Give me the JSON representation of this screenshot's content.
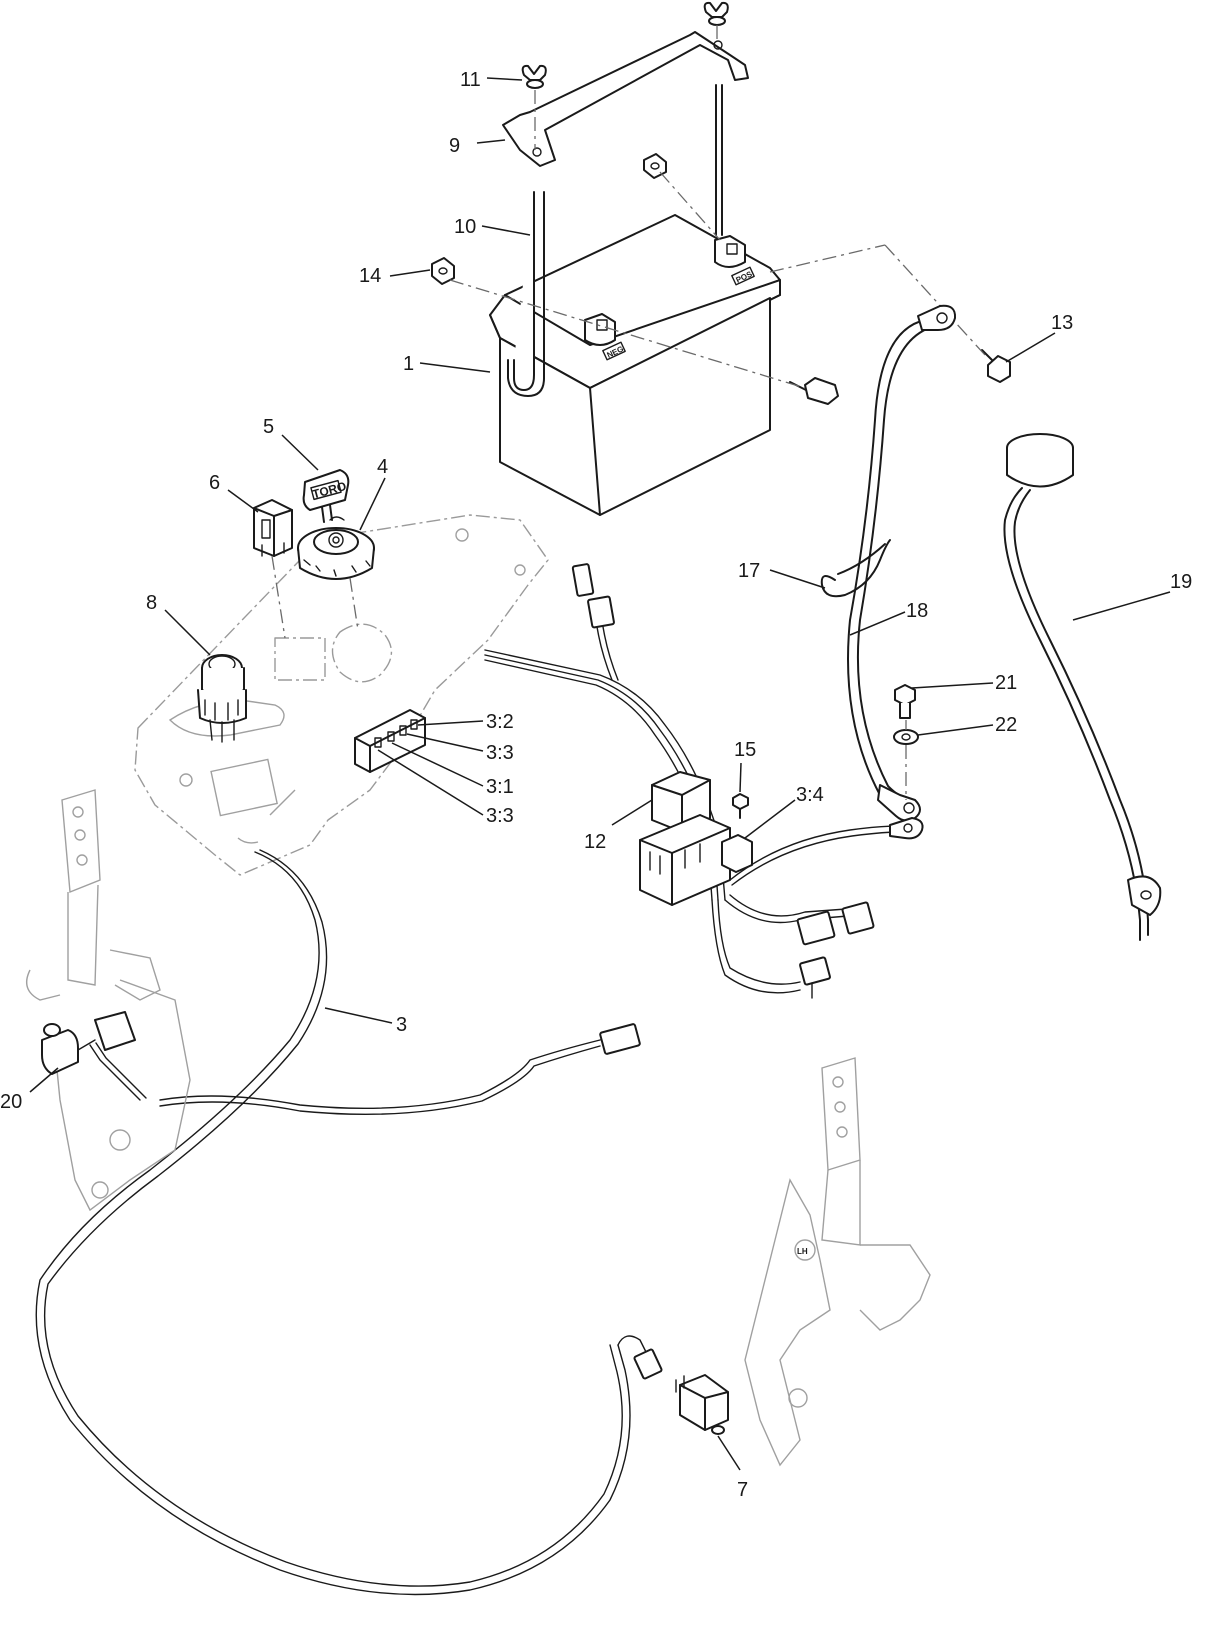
{
  "callouts": {
    "c1": "1",
    "c3": "3",
    "c3_1": "3:1",
    "c3_2": "3:2",
    "c3_3a": "3:3",
    "c3_3b": "3:3",
    "c3_4": "3:4",
    "c4": "4",
    "c5": "5",
    "c6": "6",
    "c7": "7",
    "c8": "8",
    "c9": "9",
    "c10": "10",
    "c11": "11",
    "c12": "12",
    "c13": "13",
    "c14": "14",
    "c15": "15",
    "c17": "17",
    "c18": "18",
    "c19": "19",
    "c20": "20",
    "c21": "21",
    "c22": "22"
  },
  "stamps": {
    "battery_pos": "POS",
    "battery_neg": "NEG",
    "key_brand": "TORO",
    "lever_mark": "LH"
  }
}
